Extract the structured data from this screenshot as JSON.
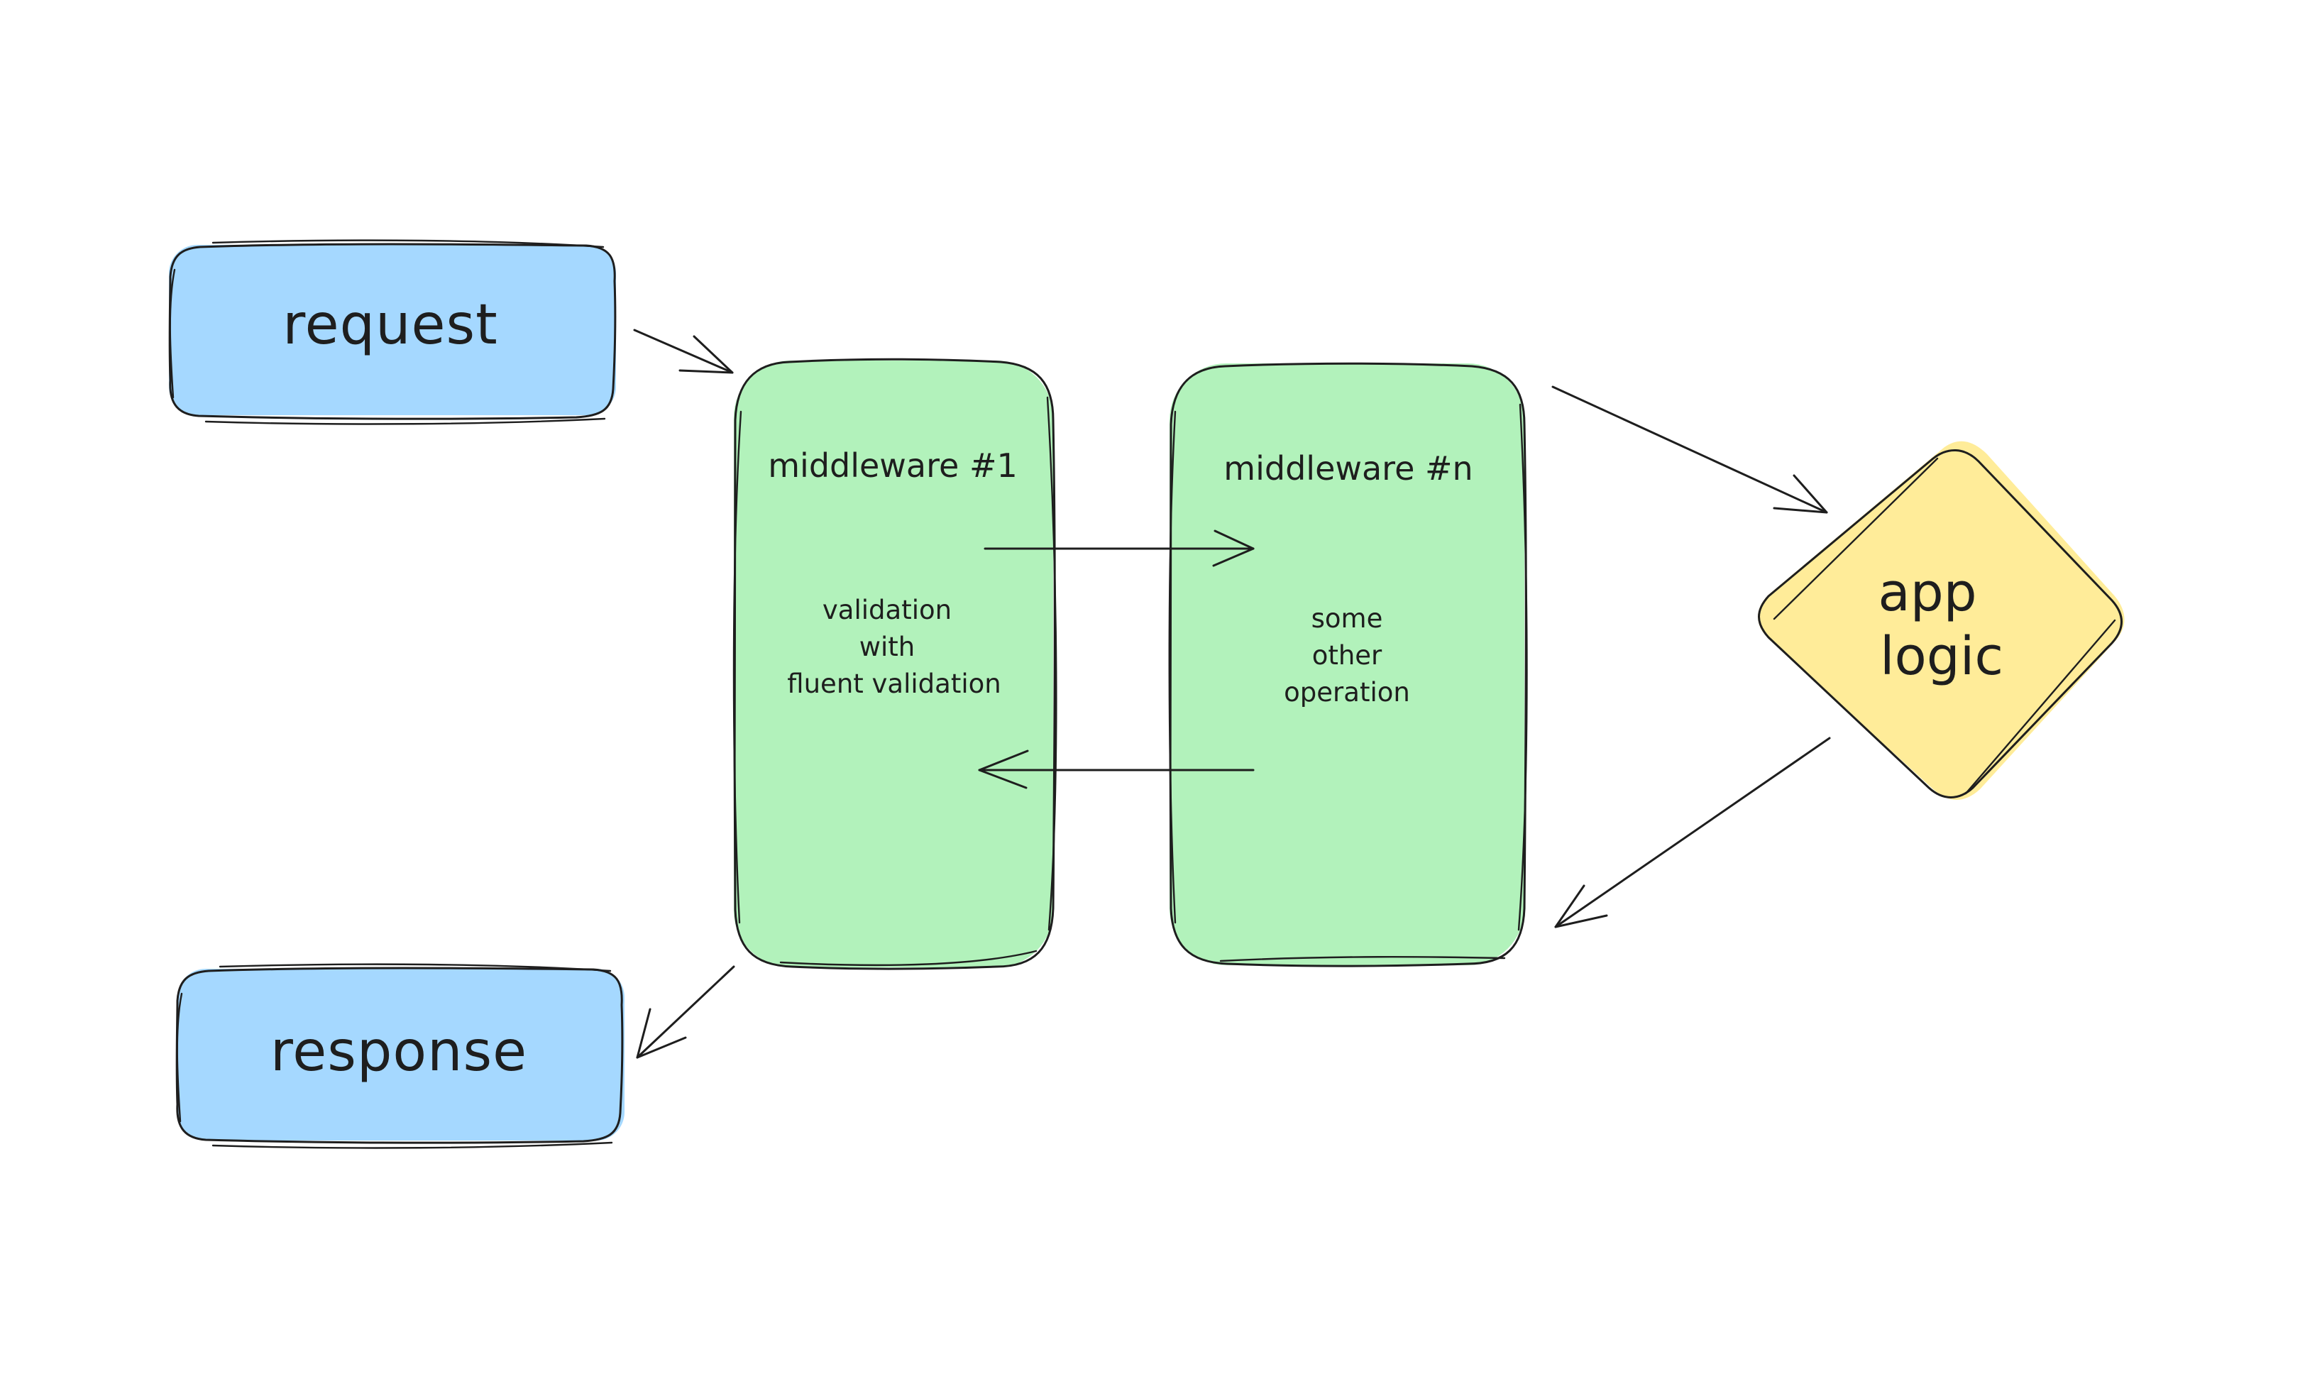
{
  "nodes": {
    "request": {
      "label": "request",
      "fill": "#a5d8ff"
    },
    "response": {
      "label": "response",
      "fill": "#a5d8ff"
    },
    "middleware1": {
      "title": "middleware #1",
      "lines": [
        "validation",
        "with",
        "fluent validation"
      ],
      "fill": "#b2f2bb"
    },
    "middlewareN": {
      "title": "middleware #n",
      "lines": [
        "some",
        "other",
        "operation"
      ],
      "fill": "#b2f2bb"
    },
    "appLogic": {
      "lines": [
        "app",
        "logic"
      ],
      "fill": "#ffec99"
    }
  },
  "stroke_color": "#1e1e1e"
}
